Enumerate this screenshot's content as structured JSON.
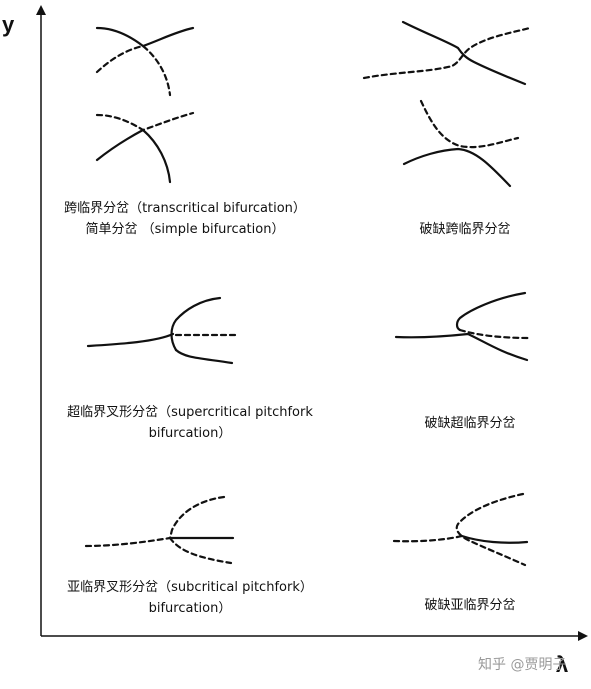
{
  "axes": {
    "y_label": "y",
    "x_label": "λ"
  },
  "panels": [
    {
      "id": "transcritical",
      "caption_lines": [
        "跨临界分岔（transcritical bifurcation）",
        "简单分岔 （simple bifurcation）"
      ]
    },
    {
      "id": "imperfect-transcritical",
      "caption_lines": [
        "破缺跨临界分岔"
      ]
    },
    {
      "id": "supercritical-pitchfork",
      "caption_lines": [
        "超临界叉形分岔（supercritical pitchfork",
        "bifurcation）"
      ]
    },
    {
      "id": "imperfect-supercritical",
      "caption_lines": [
        "破缺超临界分岔"
      ]
    },
    {
      "id": "subcritical-pitchfork",
      "caption_lines": [
        "亚临界叉形分岔（subcritical pitchfork）",
        "bifurcation）"
      ]
    },
    {
      "id": "imperfect-subcritical",
      "caption_lines": [
        "破缺亚临界分岔"
      ]
    }
  ],
  "line_styles": {
    "stable": "solid",
    "unstable": "dashed"
  },
  "watermark": "知乎 @贾明子",
  "colors": {
    "stroke": "#111111",
    "watermark": "#9a9a9a"
  }
}
